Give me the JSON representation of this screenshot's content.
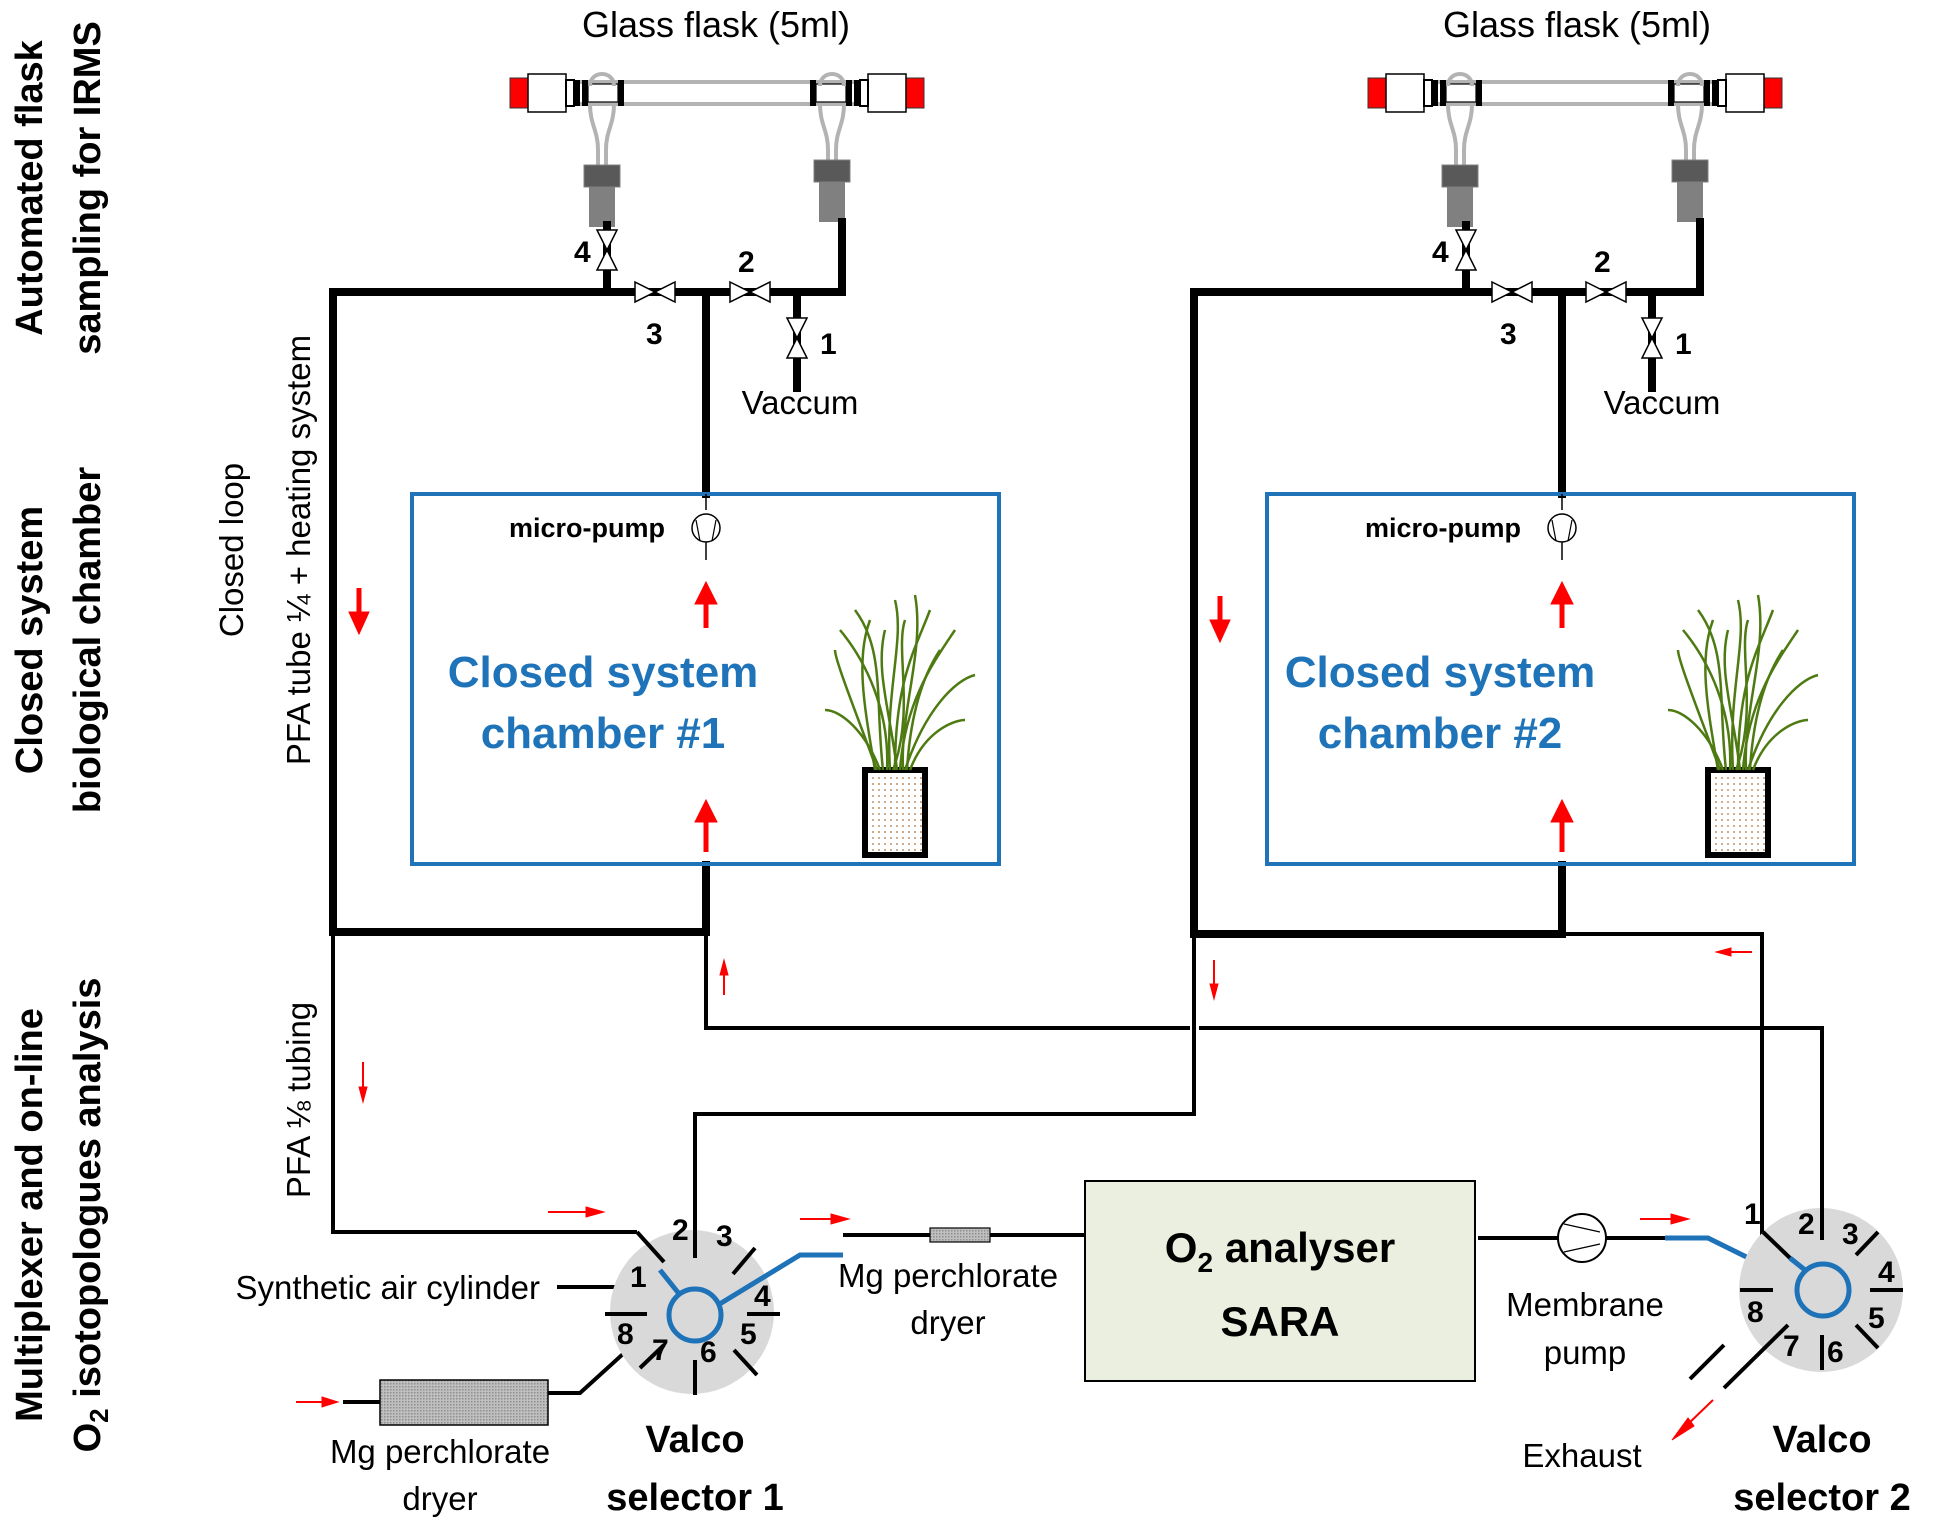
{
  "side_labels": {
    "section1_line1": "Automated flask",
    "section1_line2": "sampling for IRMS",
    "section2_line1": "Closed system",
    "section2_line2": "biological chamber",
    "section3_line1": "Multiplexer and on-line",
    "section3_line2_prefix": "O",
    "section3_line2_sub": "2",
    "section3_line2_suffix": " isotopologues analysis"
  },
  "tubing_labels": {
    "closed_loop_line1": "Closed loop",
    "closed_loop_line2": "PFA tube ¼ + heating system",
    "pfa_eighth": "PFA ⅛ tubing"
  },
  "flasks": [
    {
      "label": "Glass flask (5ml)"
    },
    {
      "label": "Glass flask (5ml)"
    }
  ],
  "valves": [
    "1",
    "2",
    "3",
    "4"
  ],
  "vacuum_label": "Vaccum",
  "chambers": [
    {
      "pump_label": "micro-pump",
      "title_line1": "Closed system",
      "title_line2": "chamber #1"
    },
    {
      "pump_label": "micro-pump",
      "title_line1": "Closed system",
      "title_line2": "chamber #2"
    }
  ],
  "analyser": {
    "line1_prefix": "O",
    "line1_sub": "2",
    "line1_suffix": " analyser",
    "line2": "SARA"
  },
  "components": {
    "synthetic_air": "Synthetic air cylinder",
    "dryer1_line1": "Mg perchlorate",
    "dryer1_line2": "dryer",
    "dryer2_line1": "Mg perchlorate",
    "dryer2_line2": "dryer",
    "membrane_pump_line1": "Membrane",
    "membrane_pump_line2": "pump",
    "exhaust": "Exhaust"
  },
  "selectors": [
    {
      "title_line1": "Valco",
      "title_line2": "selector 1",
      "ports": [
        "1",
        "2",
        "3",
        "4",
        "5",
        "6",
        "7",
        "8"
      ]
    },
    {
      "title_line1": "Valco",
      "title_line2": "selector 2",
      "ports": [
        "1",
        "2",
        "3",
        "4",
        "5",
        "6",
        "7",
        "8"
      ]
    }
  ],
  "colors": {
    "chamber_border": "#1f73b8",
    "flow_arrow": "#ff0000",
    "rotor": "#1d72b8",
    "selector_body": "#d9d9d9",
    "analyser_fill": "#ebefdf",
    "plant": "#4e7a12"
  }
}
